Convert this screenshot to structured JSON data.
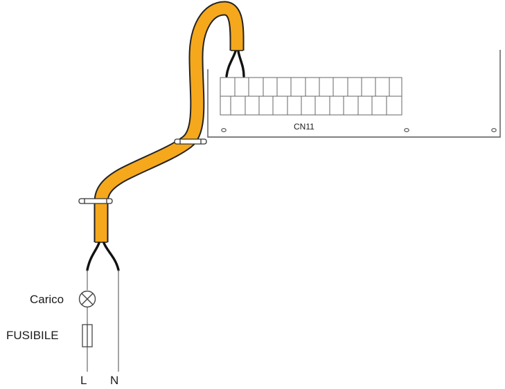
{
  "connector": {
    "label": "CN11"
  },
  "load": {
    "label": "Carico"
  },
  "fuse": {
    "label": "FUSIBILE"
  },
  "terminals": {
    "line": "L",
    "neutral": "N"
  },
  "colors": {
    "cable_fill": "#f5a81c",
    "cable_outline": "#222222",
    "wire": "#111111",
    "panel_line": "#555555",
    "terminal_block": "#666666"
  },
  "icons": {
    "load": "lamp-symbol-icon",
    "fuse": "fuse-symbol-icon",
    "clamp": "cable-clamp-icon"
  }
}
